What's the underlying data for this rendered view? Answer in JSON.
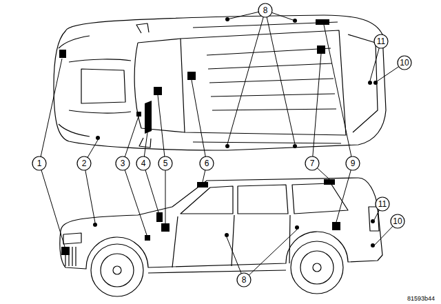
{
  "diagram": {
    "labels": [
      "8",
      "11",
      "10",
      "1",
      "2",
      "3",
      "4",
      "5",
      "6",
      "7",
      "9",
      "11",
      "10",
      "8",
      "81593b44"
    ]
  }
}
